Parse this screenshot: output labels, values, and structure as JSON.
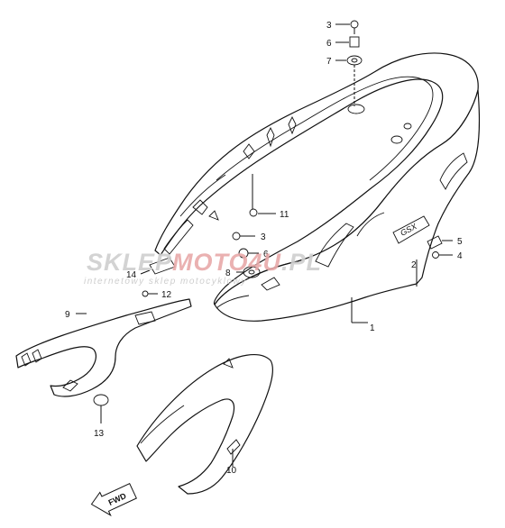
{
  "diagram": {
    "callouts": [
      {
        "id": "c1",
        "text": "1"
      },
      {
        "id": "c2",
        "text": "2"
      },
      {
        "id": "c3a",
        "text": "3"
      },
      {
        "id": "c3b",
        "text": "3"
      },
      {
        "id": "c4",
        "text": "4"
      },
      {
        "id": "c5",
        "text": "5"
      },
      {
        "id": "c6a",
        "text": "6"
      },
      {
        "id": "c6b",
        "text": "6"
      },
      {
        "id": "c7",
        "text": "7"
      },
      {
        "id": "c8",
        "text": "8"
      },
      {
        "id": "c9",
        "text": "9"
      },
      {
        "id": "c10",
        "text": "10"
      },
      {
        "id": "c11",
        "text": "11"
      },
      {
        "id": "c12",
        "text": "12"
      },
      {
        "id": "c13",
        "text": "13"
      },
      {
        "id": "c14",
        "text": "14"
      }
    ],
    "fwd_label": "FWD",
    "emblem_text": "GSX"
  },
  "watermark": {
    "part1": "SKLEP",
    "part2": "MOTO",
    "part3": "4U",
    "part4": ".PL",
    "subtitle": "internetowy sklep motocyklowy",
    "colors": {
      "grey": "#cfcfcf",
      "red": "#e8a9a9"
    }
  }
}
